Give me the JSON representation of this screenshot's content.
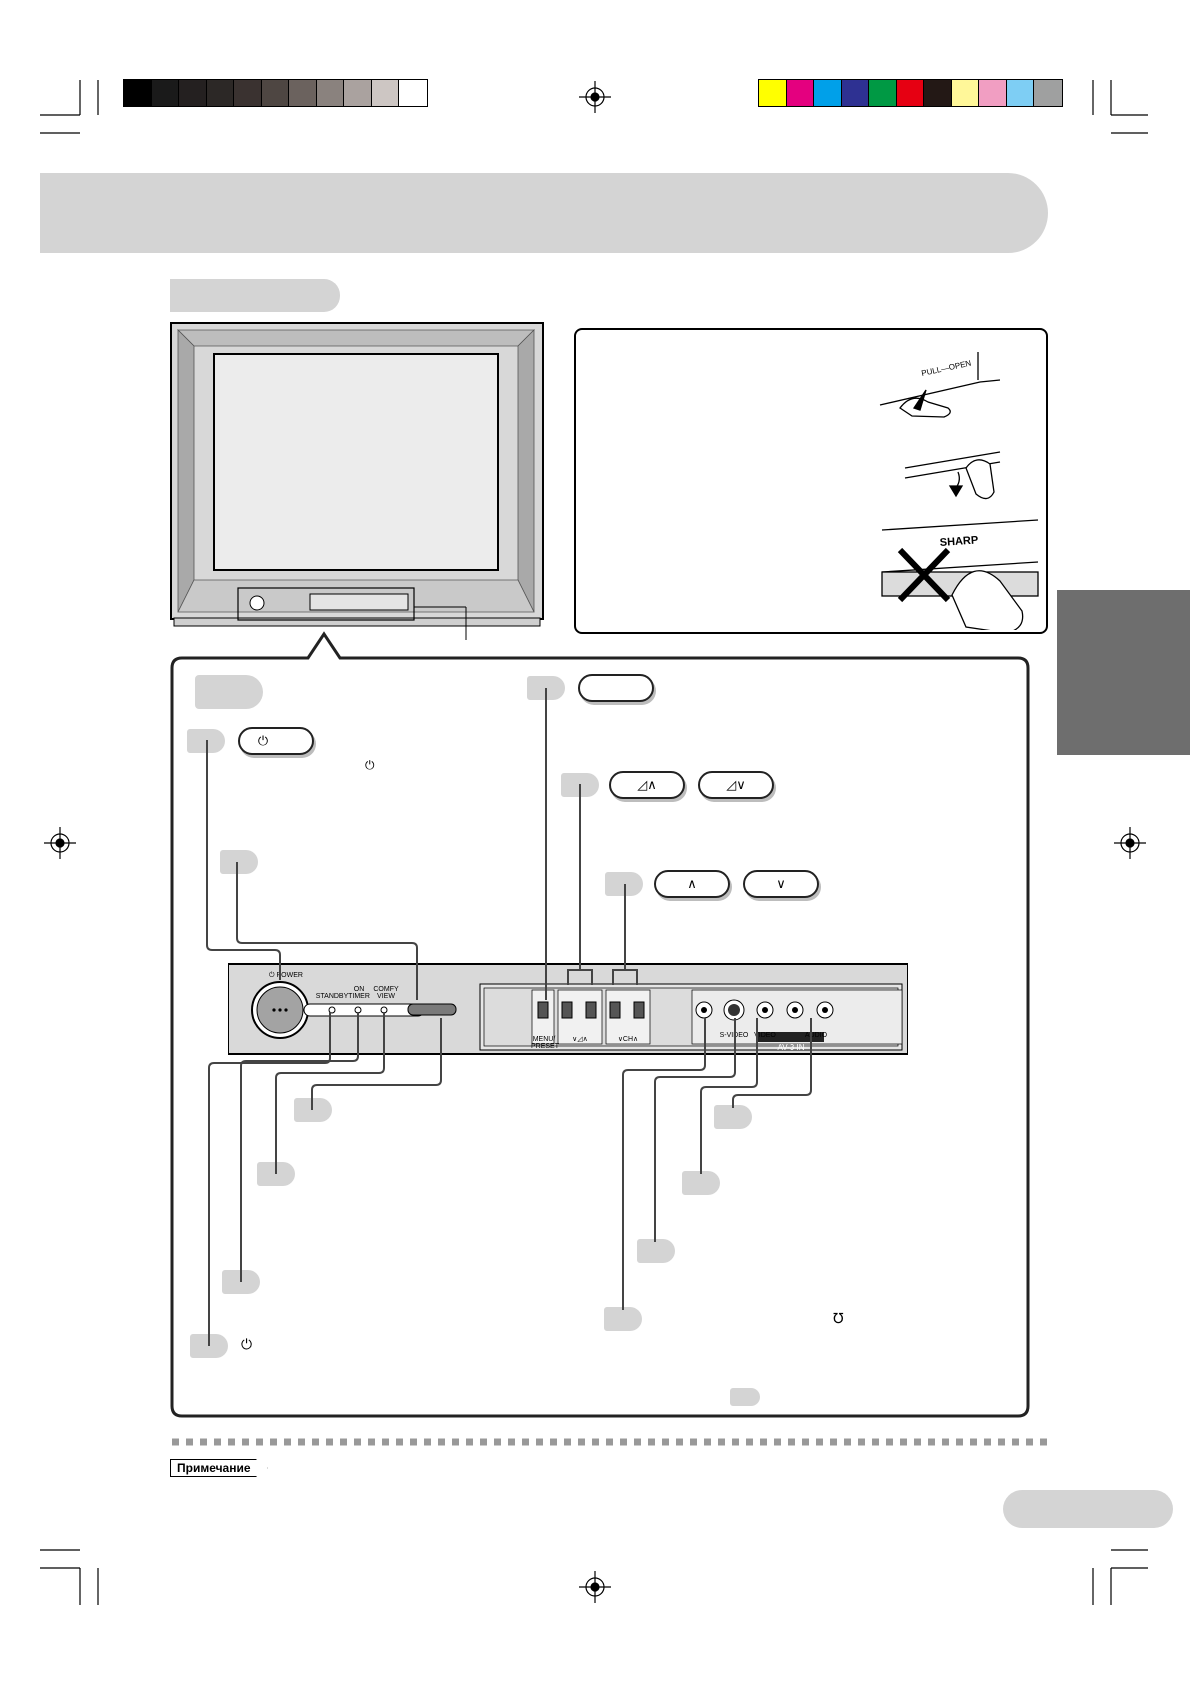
{
  "page": {
    "background": "#ffffff",
    "accent_grey": "#d4d4d4"
  },
  "color_bars": {
    "greys": [
      "#000000",
      "#1a1a1a",
      "#242020",
      "#2c2826",
      "#3a3230",
      "#4e4642",
      "#6b625e",
      "#8a827e",
      "#aaa29f",
      "#cdc6c3",
      "#ffffff"
    ],
    "colors": [
      "#ffff00",
      "#e4007f",
      "#00a0e9",
      "#2e3192",
      "#009944",
      "#e60012",
      "#231815",
      "#fff799",
      "#f19ec2",
      "#7ecef4",
      "#9fa0a0"
    ]
  },
  "power_symbol": "⏻",
  "standby_symbol": "⏻",
  "headphone_symbol": "℧",
  "vol_up_symbol": "◿∧",
  "vol_down_symbol": "◿∨",
  "ch_up_symbol": "∧",
  "ch_down_symbol": "∨",
  "panel": {
    "power_label": "POWER",
    "standby_label": "STANDBY",
    "on_timer_label": "ON TIMER",
    "comfy_view_label": "COMFY VIEW",
    "menu_preset_label": "MENU/ PRESET",
    "vol_label": "∨◿∧",
    "ch_label": "∨CH∧",
    "svideo_label": "S-VIDEO",
    "video_label": "VIDEO",
    "audio_label": "AUDIO",
    "av3_label": "AV-3 IN"
  },
  "door_figures": {
    "pull_open_label": "PULL—OPEN",
    "brand_label": "SHARP"
  },
  "note_label": "Примечание"
}
